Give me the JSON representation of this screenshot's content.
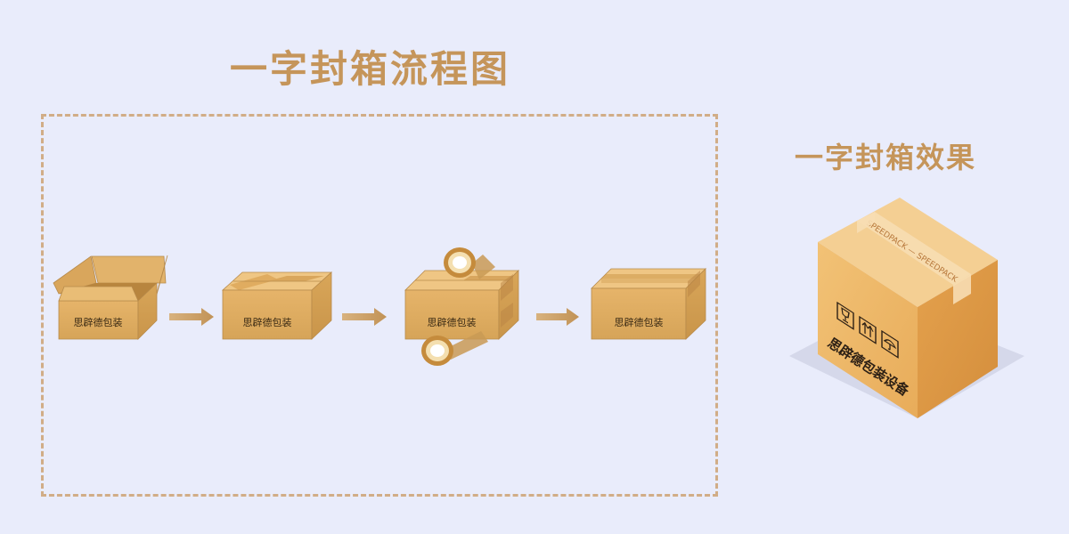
{
  "title": "一字封箱流程图",
  "result_title": "一字封箱效果",
  "steps": [
    {
      "box_label": "思辟德包装"
    },
    {
      "box_label": "思辟德包装"
    },
    {
      "box_label": "思辟德包装"
    },
    {
      "box_label": "思辟德包装"
    }
  ],
  "result_box": {
    "label": "思辟德包装设备",
    "tape_text": "SPEEDPACK — SPEEDPACK"
  },
  "colors": {
    "background": "#e9ecfb",
    "title": "#c5955a",
    "cardboard_front": "#e7b565",
    "cardboard_side": "#d39f4f",
    "cardboard_top": "#f0c98c",
    "arrow": "#c8a06a",
    "tape": "#f6dcb2"
  },
  "icons": [
    "open-box-icon",
    "folded-box-icon",
    "tape-roll-icon",
    "sealed-box-icon",
    "arrow-right-icon",
    "fragile-icon",
    "this-way-up-icon",
    "keep-dry-icon"
  ]
}
